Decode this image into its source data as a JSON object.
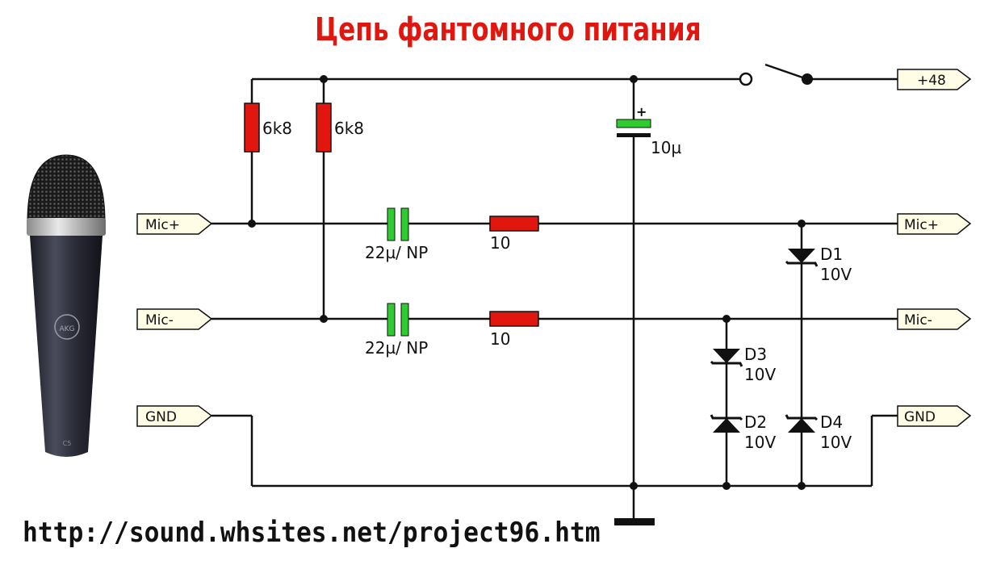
{
  "title": "Цепь фантомного питания",
  "url": "http://sound.whsites.net/project96.htm",
  "colors": {
    "title": "#e0160f",
    "resistor": "#e0160f",
    "capacitor": "#2ecc2e",
    "wire": "#111111",
    "connector_fill": "#fffde6"
  },
  "connectors": {
    "left_mic_plus": "Mic+",
    "left_mic_minus": "Mic-",
    "left_gnd": "GND",
    "right_plus48": "+48",
    "right_mic_plus": "Mic+",
    "right_mic_minus": "Mic-",
    "right_gnd": "GND"
  },
  "components": {
    "r1": "6k8",
    "r2": "6k8",
    "c_supply": "10µ",
    "c_supply_polarity": "+",
    "c1": "22µ/ NP",
    "c2": "22µ/ NP",
    "r3": "10",
    "r4": "10",
    "d1": {
      "name": "D1",
      "value": "10V"
    },
    "d2": {
      "name": "D2",
      "value": "10V"
    },
    "d3": {
      "name": "D3",
      "value": "10V"
    },
    "d4": {
      "name": "D4",
      "value": "10V"
    }
  },
  "microphone": {
    "brand": "AKG",
    "model": "C5",
    "icon": "microphone-icon"
  }
}
